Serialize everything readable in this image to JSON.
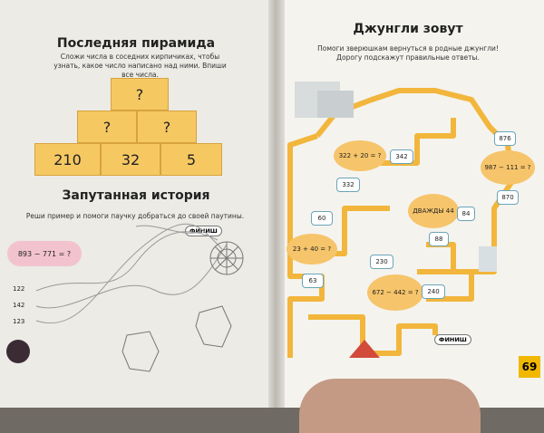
{
  "left": {
    "pyramid_title": "Последняя пирамида",
    "pyramid_instructions": "Сложи числа в соседних кирпичиках, чтобы узнать, какое число написано над ними. Впиши все числа.",
    "pyramid": {
      "top": "?",
      "middle": [
        "?",
        "?"
      ],
      "bottom": [
        "210",
        "32",
        "5"
      ]
    },
    "story_title": "Запутанная история",
    "story_instructions": "Реши пример и помоги паучку добраться до своей паутины.",
    "example": "893 − 771 = ?",
    "finish_label": "ФИНИШ",
    "answers": [
      "122",
      "142",
      "123"
    ]
  },
  "right": {
    "title": "Джунгли зовут",
    "instructions_line1": "Помоги зверюшкам вернуться в родные джунгли!",
    "instructions_line2": "Дорогу подскажут правильные ответы.",
    "bubbles": [
      "322 + 20 = ?",
      "23 + 40 = ?",
      "ДВАЖДЫ 44",
      "672 − 442 = ?",
      "987 − 111 = ?"
    ],
    "boxes": [
      "342",
      "332",
      "60",
      "63",
      "84",
      "88",
      "230",
      "240",
      "876",
      "870"
    ],
    "finish_label": "ФИНИШ",
    "page_number": "69"
  },
  "colors": {
    "brick": "#f5c862",
    "bubble": "#f6c46a",
    "maze": "#f2b63c",
    "page_badge": "#f0b800"
  }
}
